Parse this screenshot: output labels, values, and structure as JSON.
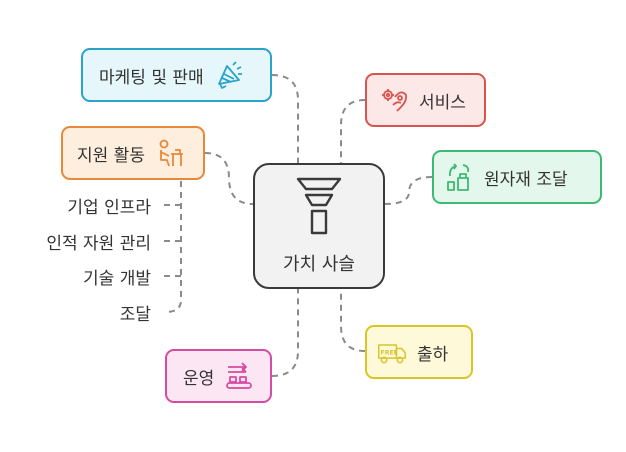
{
  "center": {
    "label": "가치 사슬",
    "icon": "funnel-icon"
  },
  "nodes": {
    "marketing": {
      "label": "마케팅 및 판매",
      "icon": "megaphone-icon",
      "color": "#29a3c7",
      "bg": "#e6f7fc"
    },
    "service": {
      "label": "서비스",
      "icon": "hand-gears-icon",
      "color": "#d9534f",
      "bg": "#fde8e8"
    },
    "support": {
      "label": "지원 활동",
      "icon": "person-desk-icon",
      "color": "#e8883a",
      "bg": "#fdeede"
    },
    "inbound": {
      "label": "원자재 조달",
      "icon": "recycle-boxes-icon",
      "color": "#3cba73",
      "bg": "#e4f7ec"
    },
    "outbound": {
      "label": "출하",
      "icon": "free-delivery-truck-icon",
      "color": "#d8c52a",
      "bg": "#fdf9d9"
    },
    "operations": {
      "label": "운영",
      "icon": "conveyor-icon",
      "color": "#d64ba1",
      "bg": "#fde6f3"
    }
  },
  "support_items": [
    "기업 인프라",
    "인적 자원 관리",
    "기술 개발",
    "조달"
  ]
}
